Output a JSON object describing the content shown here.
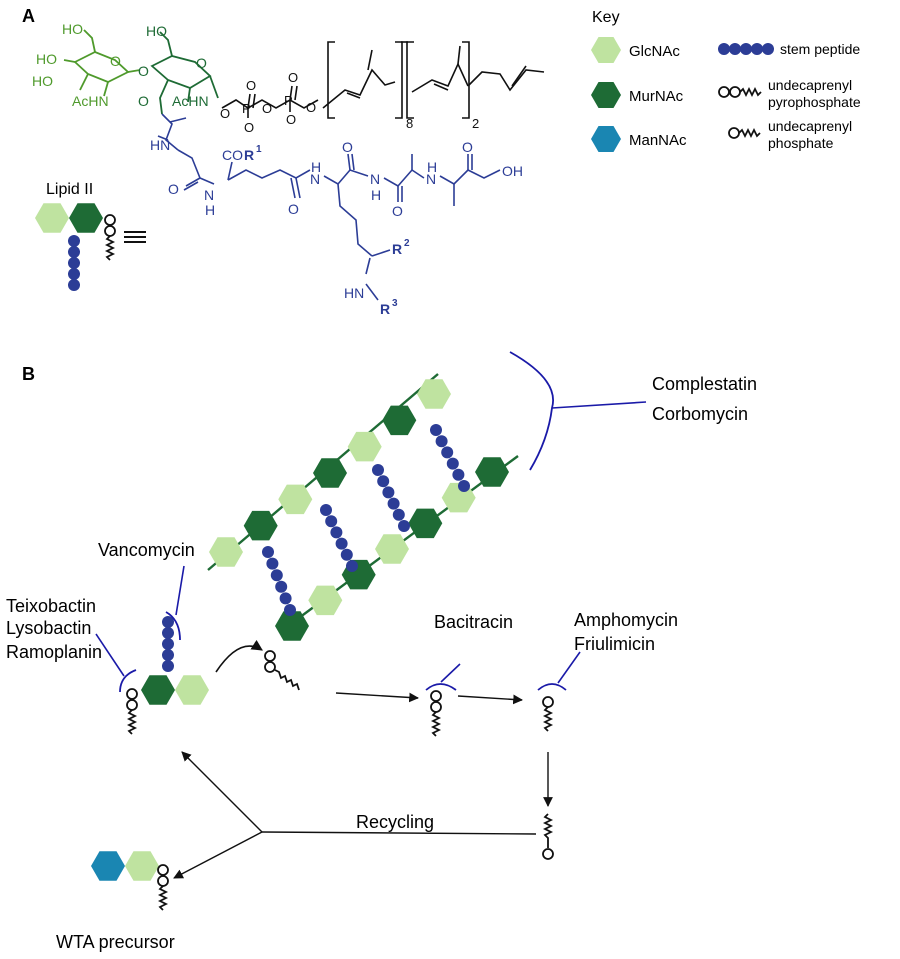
{
  "panels": {
    "a": "A",
    "b": "B"
  },
  "colors": {
    "glcnac": "#bfe3a0",
    "murnac": "#1e6b35",
    "mannac": "#1a86b2",
    "peptide": "#2c3d96",
    "sugar_green": "#4f9a2c",
    "dark_green": "#1e6b35",
    "inhibitor": "#1a1aa8"
  },
  "key": {
    "title": "Key",
    "glcnac": "GlcNAc",
    "murnac": "MurNAc",
    "mannac": "ManNAc",
    "stem_peptide": "stem peptide",
    "pp_line1": "undecaprenyl",
    "pp_line2": "pyrophosphate",
    "p_line1": "undecaprenyl",
    "p_line2": "phosphate"
  },
  "structure": {
    "lipid_ii": "Lipid II",
    "ho": "HO",
    "achn": "AcHN",
    "o": "O",
    "p": "P",
    "o_minus": "O",
    "nh": "NH",
    "hn": "HN",
    "n": "N",
    "h": "H",
    "co": "CO",
    "r1": "R",
    "r1_sup": "1",
    "r2": "R",
    "r2_sup": "2",
    "r3": "R",
    "r3_sup": "3",
    "oh": "OH",
    "rep8": "8",
    "rep2": "2"
  },
  "panel_b": {
    "complestatin": "Complestatin",
    "corbomycin": "Corbomycin",
    "vancomycin": "Vancomycin",
    "teixobactin": "Teixobactin",
    "lysobactin": "Lysobactin",
    "ramoplanin": "Ramoplanin",
    "bacitracin": "Bacitracin",
    "amphomycin": "Amphomycin",
    "friulimicin": "Friulimicin",
    "recycling": "Recycling",
    "wta_precursor": "WTA precursor"
  }
}
